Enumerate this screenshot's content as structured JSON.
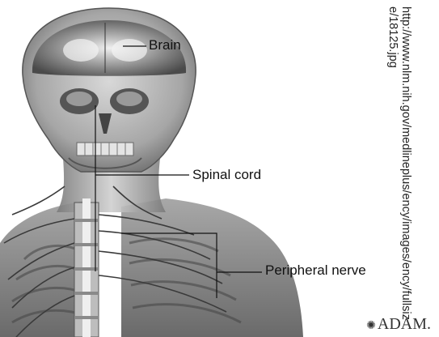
{
  "labels": {
    "brain": "Brain",
    "spinal_cord": "Spinal cord",
    "peripheral_nerve": "Peripheral nerve"
  },
  "source_url": "http://www.nlm.nih.gov/medlineplus/ency/images/ency/fullsize/18125.jpg",
  "logo": "ADAM."
}
